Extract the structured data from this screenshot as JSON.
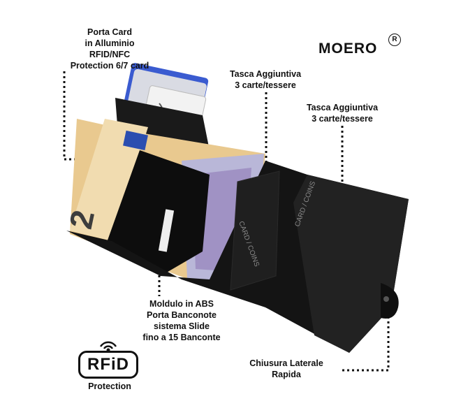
{
  "brand": {
    "name": "MOERO",
    "registered_mark": "R"
  },
  "labels": {
    "porta_card": [
      "Porta Card",
      "in Alluminio",
      "RFID/NFC",
      "Protection 6/7 card"
    ],
    "tasca_1": [
      "Tasca Aggiuntiva",
      "3 carte/tessere"
    ],
    "tasca_2": [
      "Tasca Aggiuntiva",
      "3 carte/tessere"
    ],
    "modulo": [
      "Moldulo in ABS",
      "Porta Banconote",
      "sistema Slide",
      "fino a 15 Banconte"
    ],
    "chiusura": [
      "Chiusura Laterale",
      "Rapida"
    ]
  },
  "rfid_logo": {
    "text": "RFiD",
    "caption": "Protection"
  },
  "wallet_print": {
    "pocket_1": "CARD / COINS",
    "pocket_2": "CARD / COINS"
  },
  "colors": {
    "wallet": "#141414",
    "banknote": "#e9c98f",
    "card_blue": "#3a5bd0",
    "accent_orange": "#f28c1e"
  }
}
